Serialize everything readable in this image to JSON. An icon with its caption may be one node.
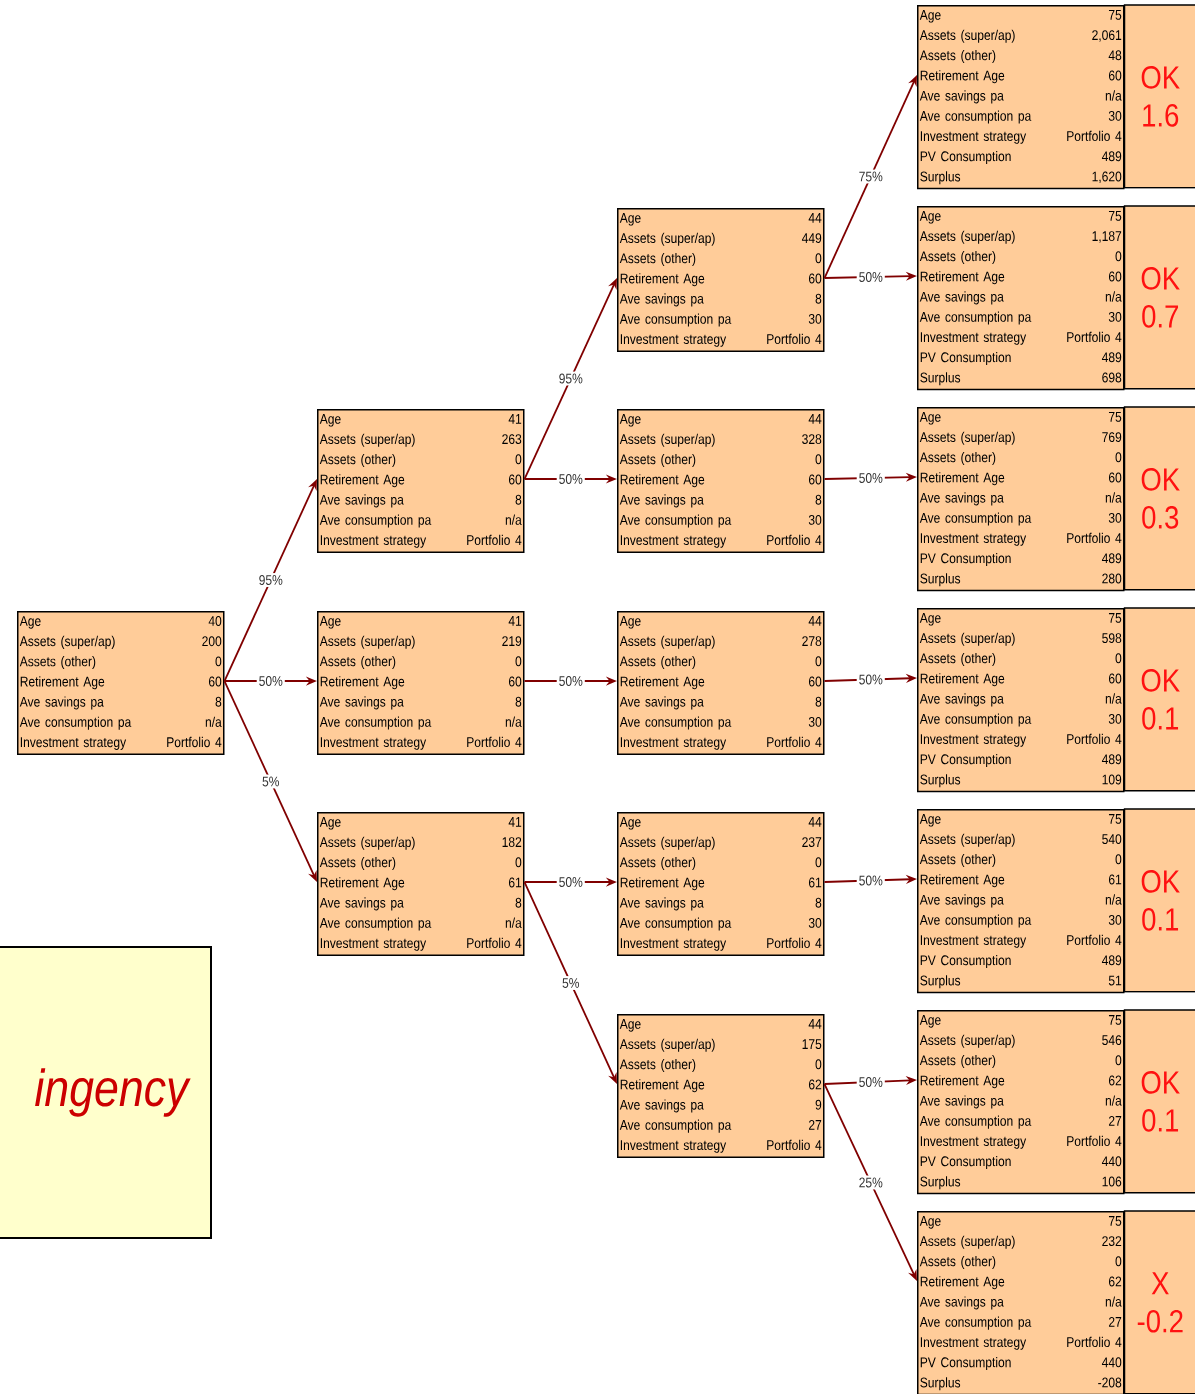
{
  "diagram": {
    "nodes": [
      {
        "text": [
          "Age",
          "40",
          "Assets (super/ap)",
          "200",
          "Assets (other)",
          "0",
          "Retirement Age",
          "60",
          "Ave savings pa",
          "8",
          "Ave consumption pa",
          "n/a",
          "Investment strategy",
          "Portfolio 4"
        ]
      },
      {
        "text": [
          "Age",
          "41",
          "Assets (super/ap)",
          "263",
          "Assets (other)",
          "0",
          "Retirement Age",
          "60",
          "Ave savings pa",
          "8",
          "Ave consumption pa",
          "n/a",
          "Investment strategy",
          "Portfolio 4"
        ]
      },
      {
        "text": [
          "Age",
          "41",
          "Assets (super/ap)",
          "219",
          "Assets (other)",
          "0",
          "Retirement Age",
          "60",
          "Ave savings pa",
          "8",
          "Ave consumption pa",
          "n/a",
          "Investment strategy",
          "Portfolio 4"
        ]
      },
      {
        "text": [
          "Age",
          "41",
          "Assets (super/ap)",
          "182",
          "Assets (other)",
          "0",
          "Retirement Age",
          "61",
          "Ave savings pa",
          "8",
          "Ave consumption pa",
          "n/a",
          "Investment strategy",
          "Portfolio 4"
        ]
      },
      {
        "text": [
          "Age",
          "44",
          "Assets (super/ap)",
          "449",
          "Assets (other)",
          "0",
          "Retirement Age",
          "60",
          "Ave savings pa",
          "8",
          "Ave consumption pa",
          "30",
          "Investment strategy",
          "Portfolio 4"
        ]
      },
      {
        "text": [
          "Age",
          "44",
          "Assets (super/ap)",
          "328",
          "Assets (other)",
          "0",
          "Retirement Age",
          "60",
          "Ave savings pa",
          "8",
          "Ave consumption pa",
          "30",
          "Investment strategy",
          "Portfolio 4"
        ]
      },
      {
        "text": [
          "Age",
          "44",
          "Assets (super/ap)",
          "278",
          "Assets (other)",
          "0",
          "Retirement Age",
          "60",
          "Ave savings pa",
          "8",
          "Ave consumption pa",
          "30",
          "Investment strategy",
          "Portfolio 4"
        ]
      },
      {
        "text": [
          "Age",
          "44",
          "Assets (super/ap)",
          "237",
          "Assets (other)",
          "0",
          "Retirement Age",
          "61",
          "Ave savings pa",
          "8",
          "Ave consumption pa",
          "30",
          "Investment strategy",
          "Portfolio 4"
        ]
      },
      {
        "text": [
          "Age",
          "44",
          "Assets (super/ap)",
          "175",
          "Assets (other)",
          "0",
          "Retirement Age",
          "62",
          "Ave savings pa",
          "9",
          "Ave consumption pa",
          "27",
          "Investment strategy",
          "Portfolio 4"
        ]
      },
      {
        "text": [
          "Age",
          "75",
          "Assets (super/ap)",
          "2,061",
          "Assets (other)",
          "48",
          "Retirement Age",
          "60",
          "Ave savings pa",
          "n/a",
          "Ave consumption pa",
          "30",
          "Investment strategy",
          "Portfolio 4",
          "PV Consumption",
          "489",
          "Surplus",
          "1,620"
        ],
        "beside": [
          "OK",
          "1.6"
        ]
      },
      {
        "text": [
          "Age",
          "75",
          "Assets (super/ap)",
          "1,187",
          "Assets (other)",
          "0",
          "Retirement Age",
          "60",
          "Ave savings pa",
          "n/a",
          "Ave consumption pa",
          "30",
          "Investment strategy",
          "Portfolio 4",
          "PV Consumption",
          "489",
          "Surplus",
          "698"
        ],
        "beside": [
          "OK",
          "0.7"
        ]
      },
      {
        "text": [
          "Age",
          "75",
          "Assets (super/ap)",
          "769",
          "Assets (other)",
          "0",
          "Retirement Age",
          "60",
          "Ave savings pa",
          "n/a",
          "Ave consumption pa",
          "30",
          "Investment strategy",
          "Portfolio 4",
          "PV Consumption",
          "489",
          "Surplus",
          "280"
        ],
        "beside": [
          "OK",
          "0.3"
        ]
      },
      {
        "text": [
          "Age",
          "75",
          "Assets (super/ap)",
          "598",
          "Assets (other)",
          "0",
          "Retirement Age",
          "60",
          "Ave savings pa",
          "n/a",
          "Ave consumption pa",
          "30",
          "Investment strategy",
          "Portfolio 4",
          "PV Consumption",
          "489",
          "Surplus",
          "109"
        ],
        "beside": [
          "OK",
          "0.1"
        ]
      },
      {
        "text": [
          "Age",
          "75",
          "Assets (super/ap)",
          "540",
          "Assets (other)",
          "0",
          "Retirement Age",
          "61",
          "Ave savings pa",
          "n/a",
          "Ave consumption pa",
          "30",
          "Investment strategy",
          "Portfolio 4",
          "PV Consumption",
          "489",
          "Surplus",
          "51"
        ],
        "beside": [
          "OK",
          "0.1"
        ]
      },
      {
        "text": [
          "Age",
          "75",
          "Assets (super/ap)",
          "546",
          "Assets (other)",
          "0",
          "Retirement Age",
          "62",
          "Ave savings pa",
          "n/a",
          "Ave consumption pa",
          "27",
          "Investment strategy",
          "Portfolio 4",
          "PV Consumption",
          "440",
          "Surplus",
          "106"
        ],
        "beside": [
          "OK",
          "0.1"
        ]
      },
      {
        "text": [
          "Age",
          "75",
          "Assets (super/ap)",
          "232",
          "Assets (other)",
          "0",
          "Retirement Age",
          "62",
          "Ave savings pa",
          "n/a",
          "Ave consumption pa",
          "27",
          "Investment strategy",
          "Portfolio 4",
          "PV Consumption",
          "440",
          "Surplus",
          "-208"
        ],
        "beside": [
          "X",
          "-0.2"
        ]
      },
      {
        "text": [
          "ingency"
        ]
      }
    ],
    "edges": [
      {
        "from": 0,
        "to": 1,
        "arrow": "to",
        "label": "95%"
      },
      {
        "from": 0,
        "to": 2,
        "arrow": "to",
        "label": "50%"
      },
      {
        "from": 0,
        "to": 3,
        "arrow": "to",
        "label": "5%"
      },
      {
        "from": 1,
        "to": 4,
        "arrow": "to",
        "label": "95%"
      },
      {
        "from": 1,
        "to": 5,
        "arrow": "to",
        "label": "50%"
      },
      {
        "from": 2,
        "to": 6,
        "arrow": "to",
        "label": "50%"
      },
      {
        "from": 3,
        "to": 7,
        "arrow": "to",
        "label": "50%"
      },
      {
        "from": 3,
        "to": 8,
        "arrow": "to",
        "label": "5%"
      },
      {
        "from": 4,
        "to": 9,
        "arrow": "to",
        "label": "75%"
      },
      {
        "from": 4,
        "to": 10,
        "arrow": "to",
        "label": "50%"
      },
      {
        "from": 5,
        "to": 11,
        "arrow": "to",
        "label": "50%"
      },
      {
        "from": 6,
        "to": 12,
        "arrow": "to",
        "label": "50%"
      },
      {
        "from": 7,
        "to": 13,
        "arrow": "to",
        "label": "50%"
      },
      {
        "from": 8,
        "to": 14,
        "arrow": "to",
        "label": "50%"
      },
      {
        "from": 8,
        "to": 15,
        "arrow": "to",
        "label": "25%"
      }
    ]
  }
}
